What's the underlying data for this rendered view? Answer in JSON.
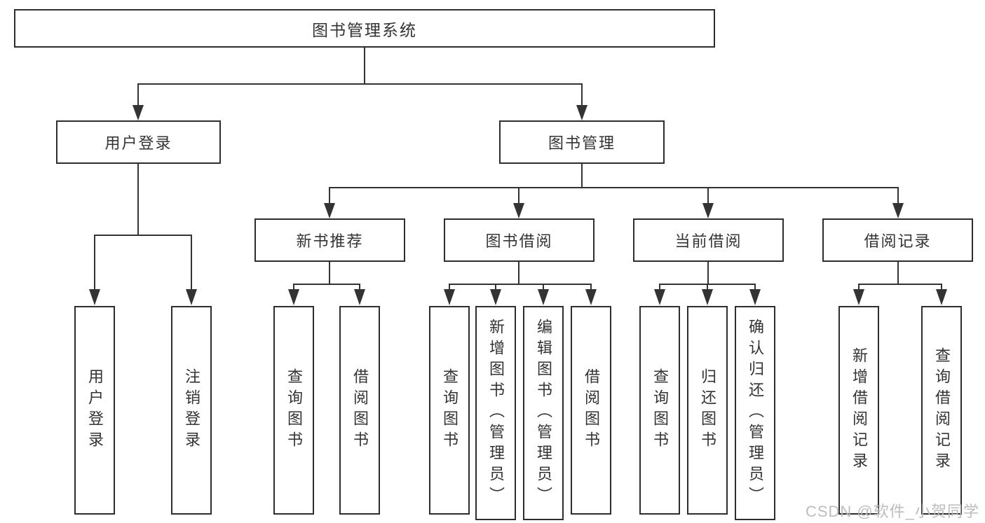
{
  "diagram_title": "图书管理系统",
  "watermark": "CSDN @软件_小贺同学",
  "colors": {
    "line": "#333333",
    "box_border": "#2e2e2e",
    "text": "#333333",
    "background": "#ffffff",
    "watermark": "#b9b9b9"
  },
  "tree": {
    "label": "图书管理系统",
    "children": [
      {
        "label": "用户登录",
        "children": [
          {
            "label": "用户登录"
          },
          {
            "label": "注销登录"
          }
        ]
      },
      {
        "label": "图书管理",
        "children": [
          {
            "label": "新书推荐",
            "children": [
              {
                "label": "查询图书"
              },
              {
                "label": "借阅图书"
              }
            ]
          },
          {
            "label": "图书借阅",
            "children": [
              {
                "label": "查询图书"
              },
              {
                "label": "新增图书（管理员）"
              },
              {
                "label": "编辑图书（管理员）"
              },
              {
                "label": "借阅图书"
              }
            ]
          },
          {
            "label": "当前借阅",
            "children": [
              {
                "label": "查询图书"
              },
              {
                "label": "归还图书"
              },
              {
                "label": "确认归还（管理员）"
              }
            ]
          },
          {
            "label": "借阅记录",
            "children": [
              {
                "label": "新增借阅记录"
              },
              {
                "label": "查询借阅记录"
              }
            ]
          }
        ]
      }
    ]
  }
}
